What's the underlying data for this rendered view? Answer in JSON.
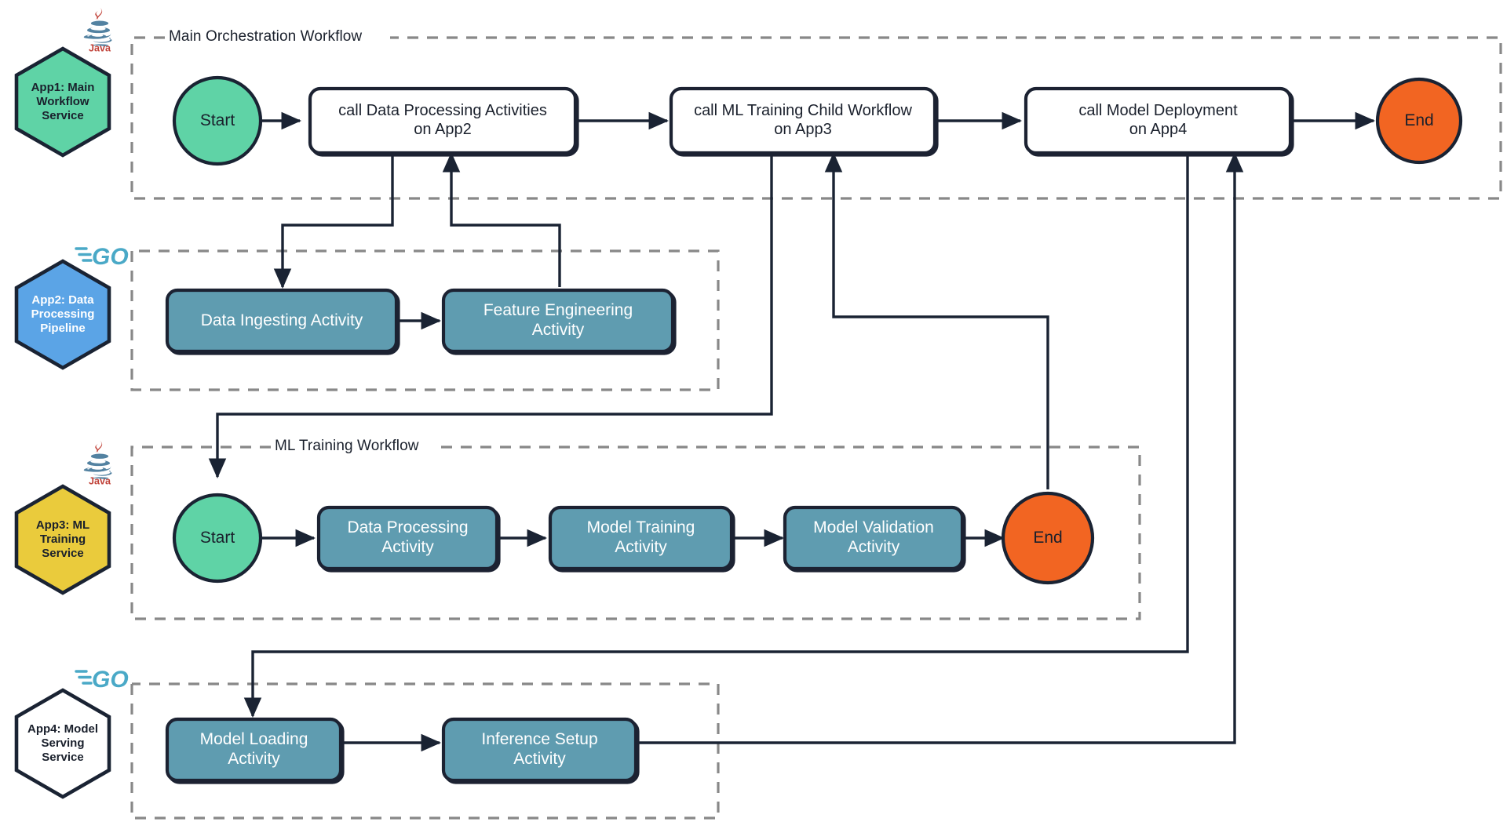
{
  "title": "Multi-Application Temporal Workflow Orchestration Diagram",
  "colors": {
    "green_start": "#5FD3A6",
    "orange_end": "#F26522",
    "activity_blue": "#5E9CB0",
    "hex_green": "#5FD3A6",
    "hex_blue": "#5BA4E6",
    "hex_yellow": "#EACB3C",
    "hex_white": "#FFFFFF",
    "stroke_dark": "#1A2333",
    "boundary_dash": "#888888",
    "java_red": "#C1443B",
    "java_blue": "#5382A1",
    "go_cyan": "#4AA9C7"
  },
  "lanes": [
    {
      "id": "lane-app1",
      "service": {
        "name": "App1: Main Workflow Service",
        "label": "App1: Main\nWorkflow\nService",
        "hex_fill": "#5FD3A6",
        "text_color": "#1A2333",
        "logo": "java-logo"
      },
      "boundary_label": "Main Orchestration Workflow",
      "nodes": [
        {
          "id": "app1-start",
          "type": "start-circle",
          "label": "Start",
          "fill": "#5FD3A6",
          "text_color": "#1A2333"
        },
        {
          "id": "app1-call-data-processing",
          "type": "call-box",
          "label": "call Data Processing Activities\non App2",
          "fill": "#FFFFFF",
          "text_color": "#1A2333"
        },
        {
          "id": "app1-call-ml-training",
          "type": "call-box",
          "label": "call ML Training Child Workflow\non App3",
          "fill": "#FFFFFF",
          "text_color": "#1A2333"
        },
        {
          "id": "app1-call-model-deployment",
          "type": "call-box",
          "label": "call Model Deployment\non App4",
          "fill": "#FFFFFF",
          "text_color": "#1A2333"
        },
        {
          "id": "app1-end",
          "type": "end-circle",
          "label": "End",
          "fill": "#F26522",
          "text_color": "#1A2333"
        }
      ]
    },
    {
      "id": "lane-app2",
      "service": {
        "name": "App2: Data Processing Pipeline",
        "label": "App2: Data\nProcessing\nPipeline",
        "hex_fill": "#5BA4E6",
        "text_color": "#FFFFFF",
        "logo": "go-logo"
      },
      "boundary_label": "",
      "nodes": [
        {
          "id": "app2-data-ingesting",
          "type": "activity-box",
          "label": "Data Ingesting Activity",
          "fill": "#5E9CB0",
          "text_color": "#FFFFFF"
        },
        {
          "id": "app2-feature-engineering",
          "type": "activity-box",
          "label": "Feature Engineering\nActivity",
          "fill": "#5E9CB0",
          "text_color": "#FFFFFF"
        }
      ]
    },
    {
      "id": "lane-app3",
      "service": {
        "name": "App3: ML Training Service",
        "label": "App3: ML\nTraining\nService",
        "hex_fill": "#EACB3C",
        "text_color": "#1A2333",
        "logo": "java-logo"
      },
      "boundary_label": "ML Training Workflow",
      "nodes": [
        {
          "id": "app3-start",
          "type": "start-circle",
          "label": "Start",
          "fill": "#5FD3A6",
          "text_color": "#1A2333"
        },
        {
          "id": "app3-data-processing",
          "type": "activity-box",
          "label": "Data Processing\nActivity",
          "fill": "#5E9CB0",
          "text_color": "#FFFFFF"
        },
        {
          "id": "app3-model-training",
          "type": "activity-box",
          "label": "Model Training\nActivity",
          "fill": "#5E9CB0",
          "text_color": "#FFFFFF"
        },
        {
          "id": "app3-model-validation",
          "type": "activity-box",
          "label": "Model Validation\nActivity",
          "fill": "#5E9CB0",
          "text_color": "#FFFFFF"
        },
        {
          "id": "app3-end",
          "type": "end-circle",
          "label": "End",
          "fill": "#F26522",
          "text_color": "#1A2333"
        }
      ]
    },
    {
      "id": "lane-app4",
      "service": {
        "name": "App4: Model Serving Service",
        "label": "App4: Model\nServing\nService",
        "hex_fill": "#FFFFFF",
        "text_color": "#1A2333",
        "logo": "go-logo"
      },
      "boundary_label": "",
      "nodes": [
        {
          "id": "app4-model-loading",
          "type": "activity-box",
          "label": "Model Loading\nActivity",
          "fill": "#5E9CB0",
          "text_color": "#FFFFFF"
        },
        {
          "id": "app4-inference-setup",
          "type": "activity-box",
          "label": "Inference Setup\nActivity",
          "fill": "#5E9CB0",
          "text_color": "#FFFFFF"
        }
      ]
    }
  ],
  "logos": {
    "java": {
      "name": "java-logo",
      "wordmark": "Java"
    },
    "go": {
      "name": "go-logo",
      "wordmark": "GO"
    }
  },
  "edges": [
    {
      "from": "app1-start",
      "to": "app1-call-data-processing",
      "kind": "sequence"
    },
    {
      "from": "app1-call-data-processing",
      "to": "app1-call-ml-training",
      "kind": "sequence"
    },
    {
      "from": "app1-call-ml-training",
      "to": "app1-call-model-deployment",
      "kind": "sequence"
    },
    {
      "from": "app1-call-model-deployment",
      "to": "app1-end",
      "kind": "sequence"
    },
    {
      "from": "app1-call-data-processing",
      "to": "app2-data-ingesting",
      "kind": "invoke"
    },
    {
      "from": "app2-data-ingesting",
      "to": "app2-feature-engineering",
      "kind": "sequence"
    },
    {
      "from": "app2-feature-engineering",
      "to": "app1-call-data-processing",
      "kind": "return"
    },
    {
      "from": "app1-call-ml-training",
      "to": "app3-start",
      "kind": "invoke"
    },
    {
      "from": "app3-start",
      "to": "app3-data-processing",
      "kind": "sequence"
    },
    {
      "from": "app3-data-processing",
      "to": "app3-model-training",
      "kind": "sequence"
    },
    {
      "from": "app3-model-training",
      "to": "app3-model-validation",
      "kind": "sequence"
    },
    {
      "from": "app3-model-validation",
      "to": "app3-end",
      "kind": "sequence"
    },
    {
      "from": "app3-end",
      "to": "app1-call-ml-training",
      "kind": "return"
    },
    {
      "from": "app1-call-model-deployment",
      "to": "app4-model-loading",
      "kind": "invoke"
    },
    {
      "from": "app4-model-loading",
      "to": "app4-inference-setup",
      "kind": "sequence"
    },
    {
      "from": "app4-inference-setup",
      "to": "app1-call-model-deployment",
      "kind": "return"
    }
  ]
}
